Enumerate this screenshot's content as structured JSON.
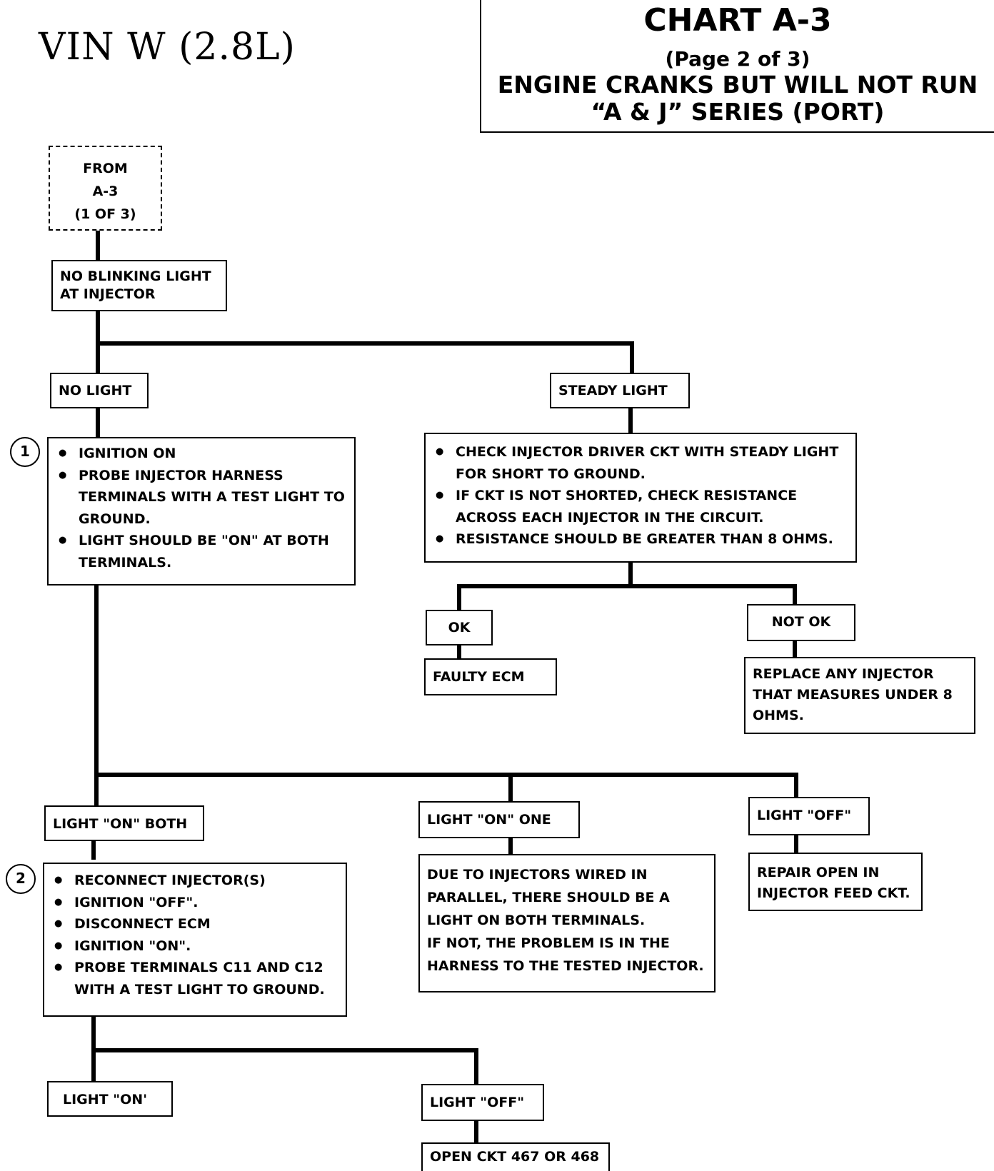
{
  "header": {
    "vin": "VIN  W  (2.8L)",
    "chart_title": "CHART A-3",
    "page": "(Page 2 of 3)",
    "subtitle": "ENGINE CRANKS BUT WILL NOT RUN",
    "series": "“A & J” SERIES  (PORT)"
  },
  "start": {
    "lines": [
      "FROM",
      "A-3",
      "(1 OF 3)"
    ]
  },
  "steps": {
    "no_blinking": [
      "NO BLINKING LIGHT",
      "AT INJECTOR"
    ],
    "no_light": "NO LIGHT",
    "steady_light": "STEADY LIGHT",
    "step1": {
      "number": "1",
      "items": [
        "IGNITION ON",
        "PROBE INJECTOR HARNESS TERMINALS WITH A TEST LIGHT TO GROUND.",
        "LIGHT SHOULD BE \"ON\" AT BOTH TERMINALS."
      ]
    },
    "steady_check": {
      "items": [
        "CHECK INJECTOR DRIVER CKT WITH STEADY LIGHT FOR SHORT TO GROUND.",
        "IF CKT IS NOT SHORTED, CHECK RESISTANCE ACROSS EACH INJECTOR IN THE CIRCUIT.",
        "RESISTANCE SHOULD BE GREATER THAN 8 OHMS."
      ]
    },
    "ok": "OK",
    "not_ok": "NOT OK",
    "faulty_ecm": "FAULTY ECM",
    "replace_injector": [
      "REPLACE ANY INJECTOR",
      "THAT MEASURES UNDER 8",
      "OHMS."
    ],
    "light_on_both": "LIGHT \"ON\" BOTH",
    "light_on_one": "LIGHT \"ON\" ONE",
    "light_off": "LIGHT \"OFF\"",
    "parallel_note": [
      "DUE TO INJECTORS WIRED IN",
      "PARALLEL, THERE SHOULD BE A",
      "LIGHT ON BOTH TERMINALS.",
      "IF NOT, THE PROBLEM IS IN THE",
      "HARNESS TO THE TESTED INJECTOR."
    ],
    "repair_open": [
      "REPAIR OPEN IN",
      "INJECTOR FEED CKT."
    ],
    "step2": {
      "number": "2",
      "items": [
        "RECONNECT INJECTOR(S)",
        "IGNITION \"OFF\".",
        "DISCONNECT ECM",
        "IGNITION \"ON\".",
        "PROBE TERMINALS C11 AND C12 WITH A TEST LIGHT TO GROUND."
      ]
    },
    "light_on_bottom": "LIGHT \"ON'",
    "light_off_bottom": "LIGHT \"OFF\"",
    "open_ckt": "OPEN CKT 467 OR 468"
  }
}
